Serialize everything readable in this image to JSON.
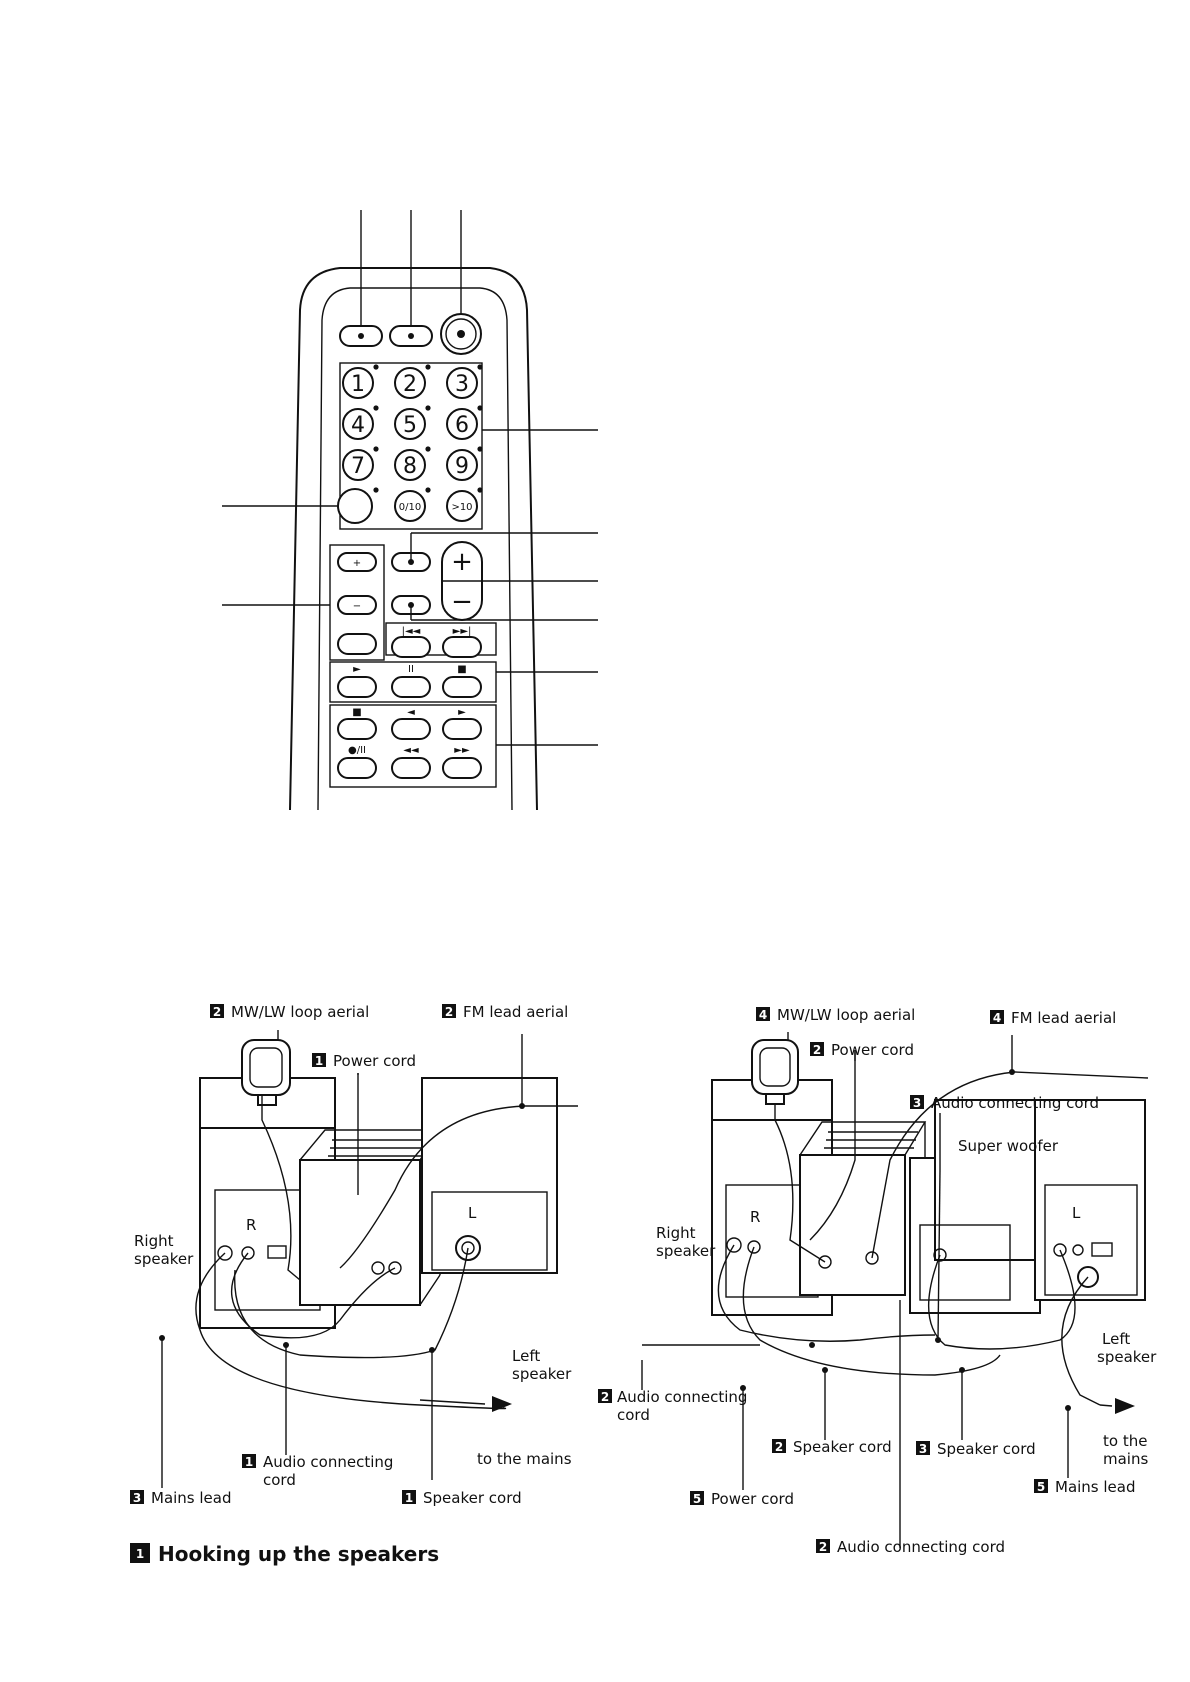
{
  "remote": {
    "keypad": [
      "1",
      "2",
      "3",
      "4",
      "5",
      "6",
      "7",
      "8",
      "9",
      "0/10",
      ">10"
    ],
    "plus_label": "+",
    "minus_label": "−",
    "transport_labels": [
      "►",
      "II",
      "■"
    ],
    "deck_labels_top": [
      "■",
      "◄",
      "►"
    ],
    "deck_labels_bottom": [
      "●/II",
      "◄◄",
      "►►"
    ]
  },
  "hookup_left": {
    "title": "Hooking up the speakers",
    "title_number": "1",
    "labels": {
      "mwlw_num": "2",
      "mwlw": "MW/LW loop aerial",
      "fm_num": "2",
      "fm": "FM lead aerial",
      "power_num": "1",
      "power": "Power cord",
      "right_speaker_1": "Right",
      "right_speaker_2": "speaker",
      "left_speaker_1": "Left",
      "left_speaker_2": "speaker",
      "audio_num": "1",
      "audio_1": "Audio connecting",
      "audio_2": "cord",
      "mains_text": "to the mains",
      "mains_lead_num": "3",
      "mains_lead": "Mains lead",
      "speaker_cord_num": "1",
      "speaker_cord": "Speaker cord",
      "r_mark": "R",
      "l_mark": "L"
    }
  },
  "hookup_right": {
    "labels": {
      "mwlw_num": "4",
      "mwlw": "MW/LW loop aerial",
      "fm_num": "4",
      "fm": "FM lead aerial",
      "power_num": "2",
      "power": "Power cord",
      "audio_top_num": "3",
      "audio_top": "Audio connecting cord",
      "super_woofer": "Super woofer",
      "right_speaker_1": "Right",
      "right_speaker_2": "speaker",
      "left_speaker_1": "Left",
      "left_speaker_2": "speaker",
      "audio_left_num": "2",
      "audio_left_1": "Audio connecting",
      "audio_left_2": "cord",
      "speaker_cord_a_num": "2",
      "speaker_cord_a": "Speaker cord",
      "speaker_cord_b_num": "3",
      "speaker_cord_b": "Speaker cord",
      "mains_text_1": "to the",
      "mains_text_2": "mains",
      "power_bottom_num": "5",
      "power_bottom": "Power cord",
      "mains_lead_num": "5",
      "mains_lead": "Mains lead",
      "audio_bottom_num": "2",
      "audio_bottom": "Audio connecting cord",
      "r_mark": "R",
      "l_mark": "L"
    }
  }
}
